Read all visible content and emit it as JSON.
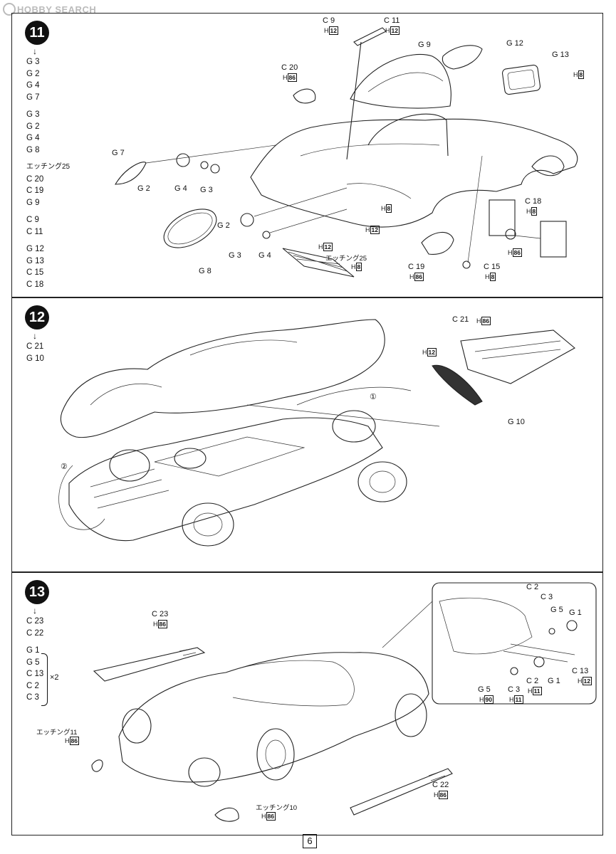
{
  "watermark": "HOBBY SEARCH",
  "page_number": "6",
  "step11": {
    "number": "11",
    "arrow": "↓",
    "parts_groups": [
      [
        "G 3",
        "G 2",
        "G 4",
        "G 7"
      ],
      [
        "G 3",
        "G 2",
        "G 4",
        "G 8"
      ],
      [
        "エッチング25",
        "C 20",
        "C 19",
        "G 9"
      ],
      [
        "C 9",
        "C 11"
      ],
      [
        "G 12",
        "G 13",
        "C 15",
        "C 18"
      ]
    ],
    "labels": {
      "c9": "C 9",
      "c11": "C 11",
      "g9": "G 9",
      "g12": "G 12",
      "g13": "G 13",
      "c20": "C 20",
      "g7": "G 7",
      "g2a": "G 2",
      "g4a": "G 4",
      "g3a": "G 3",
      "g2b": "G 2",
      "g3b": "G 3",
      "g4b": "G 4",
      "g8": "G 8",
      "etching25": "エッチング25",
      "c19": "C 19",
      "c15": "C 15",
      "c18": "C 18"
    },
    "paint": {
      "h12": "12",
      "h8": "8",
      "h86": "86"
    }
  },
  "step12": {
    "number": "12",
    "arrow": "↓",
    "parts": [
      "C 21",
      "G 10"
    ],
    "labels": {
      "c21": "C 21",
      "g10": "G 10",
      "one": "①",
      "two": "②"
    },
    "paint": {
      "h86": "86",
      "h12": "12"
    }
  },
  "step13": {
    "number": "13",
    "arrow": "↓",
    "parts_a": [
      "C 23",
      "C 22"
    ],
    "parts_b": [
      "G 1",
      "G 5",
      "C 13",
      "C 2",
      "C 3"
    ],
    "multiplier": "×2",
    "labels": {
      "c23": "C 23",
      "c22": "C 22",
      "etching11": "エッチング11",
      "etching10": "エッチング10",
      "c2a": "C 2",
      "c3a": "C 3",
      "g5a": "G 5",
      "g1a": "G 1",
      "c13": "C 13",
      "g5b": "G 5",
      "c3b": "C 3",
      "c2b": "C 2",
      "g1b": "G 1"
    },
    "paint": {
      "h86": "86",
      "h90": "90",
      "h11": "11",
      "h12": "12"
    }
  },
  "paint_prefix": "H"
}
